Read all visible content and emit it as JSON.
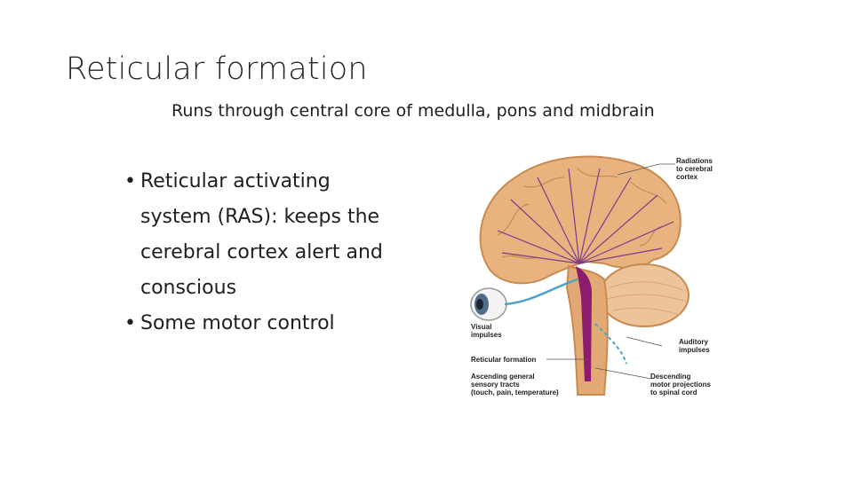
{
  "slide": {
    "title": "Reticular formation",
    "subtitle": "Runs through central core of medulla, pons and midbrain",
    "bullets": [
      "Reticular activating system (RAS): keeps the cerebral cortex alert and conscious",
      "Some motor control"
    ]
  },
  "figure": {
    "labels": {
      "radiations": [
        "Radiations",
        "to cerebral",
        "cortex"
      ],
      "visual": [
        "Visual",
        "impulses"
      ],
      "auditory": [
        "Auditory",
        "impulses"
      ],
      "reticular": "Reticular formation",
      "ascending": [
        "Ascending general",
        "sensory tracts",
        "(touch, pain, temperature)"
      ],
      "descending": [
        "Descending",
        "motor projections",
        "to spinal cord"
      ]
    },
    "colors": {
      "brain": "#e8b37f",
      "brain_dark": "#c98a4f",
      "reticular": "#8e1c6c",
      "arrows": "#7a3b8c",
      "visual_path": "#4fa3c9"
    }
  }
}
